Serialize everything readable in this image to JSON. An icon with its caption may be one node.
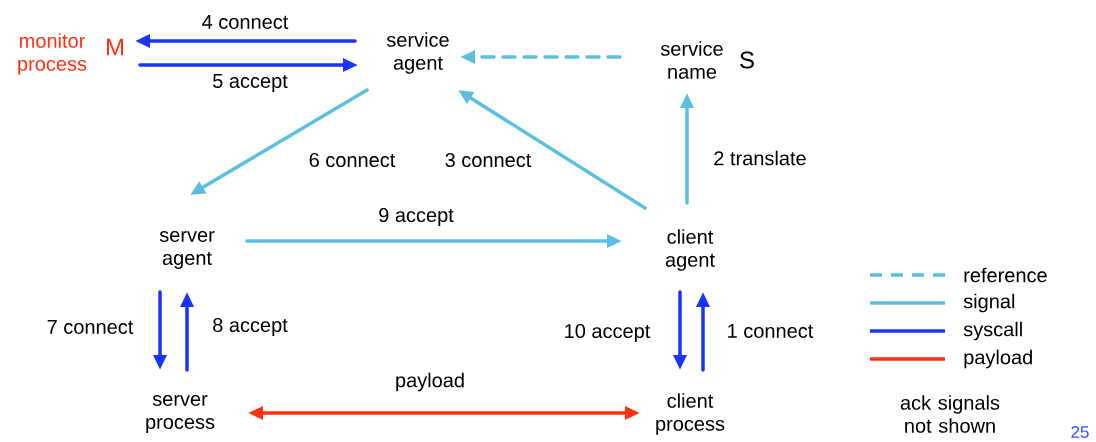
{
  "diagram": {
    "nodes": [
      {
        "text": [
          "monitor process"
        ],
        "beside": [
          "M"
        ]
      },
      {
        "text": [
          "service agent"
        ]
      },
      {
        "text": [
          "service name"
        ],
        "beside": [
          "S"
        ]
      },
      {
        "text": [
          "server agent"
        ]
      },
      {
        "text": [
          "client agent"
        ]
      },
      {
        "text": [
          "server process"
        ]
      },
      {
        "text": [
          "client process"
        ]
      }
    ],
    "edges": [
      {
        "from": 1,
        "to": 0,
        "arrow": "to",
        "label": "4 connect"
      },
      {
        "from": 0,
        "to": 1,
        "arrow": "to",
        "label": "5 accept"
      },
      {
        "from": 2,
        "to": 1,
        "arrow": "to",
        "style": "dashed",
        "color": "#5bc0e0"
      },
      {
        "from": 1,
        "to": 3,
        "arrow": "to",
        "label": "6 connect",
        "color": "#5bc0e0"
      },
      {
        "from": 4,
        "to": 1,
        "arrow": "to",
        "label": "3 connect",
        "color": "#5bc0e0"
      },
      {
        "from": 4,
        "to": 2,
        "arrow": "to",
        "label": "2 translate",
        "color": "#5bc0e0"
      },
      {
        "from": 3,
        "to": 4,
        "arrow": "to",
        "label": "9 accept",
        "color": "#5bc0e0"
      },
      {
        "from": 3,
        "to": 5,
        "arrow": "to",
        "label": "7 connect"
      },
      {
        "from": 5,
        "to": 3,
        "arrow": "to",
        "label": "8 accept"
      },
      {
        "from": 4,
        "to": 6,
        "arrow": "to",
        "label": "10 accept"
      },
      {
        "from": 6,
        "to": 4,
        "arrow": "to",
        "label": "1 connect"
      },
      {
        "from": 5,
        "to": 6,
        "arrow": "both",
        "label": "payload",
        "color": "#ff3010"
      }
    ],
    "labels": [
      "ack signals not shown",
      "25"
    ],
    "legend": [
      {
        "text": "reference"
      },
      {
        "text": "signal"
      },
      {
        "text": "syscall"
      },
      {
        "text": "payload"
      }
    ]
  }
}
